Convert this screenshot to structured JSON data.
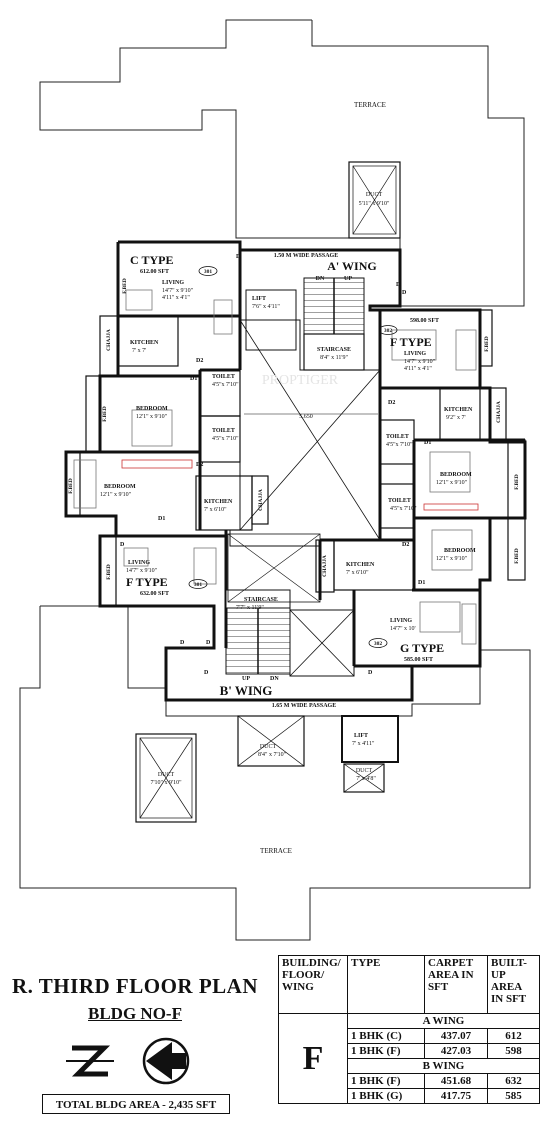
{
  "plan": {
    "terrace_top": "TERRACE",
    "terrace_bottom": "TERRACE",
    "a_wing": "A' WING",
    "b_wing": "B' WING",
    "passage_a": "1.50 M WIDE PASSAGE",
    "passage_b": "1.65 M WIDE PASSAGE",
    "span": "5.650",
    "watermark": "PROPTIGER",
    "dn": "DN",
    "up": "UP",
    "door": "D",
    "door1": "D1",
    "door2": "D2",
    "fbed": "F.BED",
    "chajja": "CHAJJA",
    "duct_top": {
      "name": "DUCT",
      "size": "5'11\" x 9'10\""
    },
    "duct_b1": {
      "name": "DUCT",
      "size": "7'10\" x 9'10\""
    },
    "duct_b2": {
      "name": "DUCT",
      "size": "8'4\" x 7'10\""
    },
    "duct_b3": {
      "name": "DUCT",
      "size": "7' x 4'8\""
    },
    "lift_a": {
      "name": "LIFT",
      "size": "7'6\" x 4'11\""
    },
    "lift_b": {
      "name": "LIFT",
      "size": "7' x 4'11\""
    },
    "stair_a": {
      "name": "STAIRCASE",
      "size": "8'4\" x 11'9\""
    },
    "stair_b": {
      "name": "STAIRCASE",
      "size": "7'7\" x 11'9\""
    },
    "c_type": {
      "name": "C TYPE",
      "area": "612.00 SFT",
      "no": "301",
      "living": "LIVING",
      "living_size": "14'7\" x 9'10\"",
      "living_size2": "4'11\" x 4'1\"",
      "kitchen": "KITCHEN",
      "kitchen_size": "7' x 7'",
      "bed": "BEDROOM",
      "bed_size": "12'1\" x 9'10\"",
      "toilet1": "TOILET",
      "toilet1_size": "4'5\"x 7'10\"",
      "toilet2": "TOILET",
      "toilet2_size": "4'5\"x 7'10\""
    },
    "f_type_a": {
      "name": "F TYPE",
      "area": "598.00 SFT",
      "no": "302",
      "living": "LIVING",
      "living_size": "14'7\" x 9'10\"",
      "living_size2": "4'11\" x 4'1\"",
      "kitchen": "KITCHEN",
      "kitchen_size": "9'2\" x 7'",
      "bed": "BEDROOM",
      "bed_size": "12'1\" x 9'10\"",
      "toilet": "TOILET",
      "toilet_size": "4'5\"x 7'10\""
    },
    "f_type_b": {
      "name": "F TYPE",
      "area": "632.00 SFT",
      "no": "301",
      "living": "LIVING",
      "living_size": "14'7\" x 9'10\"",
      "kitchen": "KITCHEN",
      "kitchen_size": "7' x 6'10\"",
      "bed": "BEDROOM",
      "bed_size": "12'1\" x 9'10\""
    },
    "g_type": {
      "name": "G TYPE",
      "area": "585.00 SFT",
      "no": "302",
      "living": "LIVING",
      "living_size": "14'7\" x 10'",
      "kitchen": "KITCHEN",
      "kitchen_size": "7' x 6'10\"",
      "bed": "BEDROOM",
      "bed_size": "12'1\" x 9'10\"",
      "toilet": "TOILET",
      "toilet_size": "4'5\"x 7'10\""
    }
  },
  "title": "R. THIRD FLOOR PLAN",
  "subtitle": "BLDG NO-F",
  "total": "TOTAL BLDG AREA - 2,435 SFT",
  "table": {
    "h_bldg": "BUILDING/ FLOOR/ WING",
    "h_type": "TYPE",
    "h_carpet": "CARPET AREA IN SFT",
    "h_builtup": "BUILT- UP AREA IN SFT",
    "bldg": "F",
    "a_wing": "A WING",
    "b_wing": "B WING",
    "rows": [
      {
        "type": "1 BHK (C)",
        "carpet": "437.07",
        "builtup": "612"
      },
      {
        "type": "1 BHK (F)",
        "carpet": "427.03",
        "builtup": "598"
      },
      {
        "type": "1 BHK (F)",
        "carpet": "451.68",
        "builtup": "632"
      },
      {
        "type": "1 BHK (G)",
        "carpet": "417.75",
        "builtup": "585"
      }
    ]
  }
}
